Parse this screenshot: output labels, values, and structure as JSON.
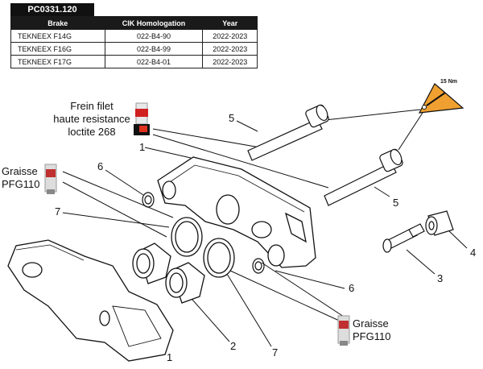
{
  "ref": "PC0331.120",
  "table": {
    "headers": [
      "Brake",
      "CIK Homologation",
      "Year"
    ],
    "rows": [
      [
        "TEKNEEX F14G",
        "022-B4-90",
        "2022-2023"
      ],
      [
        "TEKNEEX F16G",
        "022-B4-99",
        "2022-2023"
      ],
      [
        "TEKNEEX F17G",
        "022-B4-01",
        "2022-2023"
      ]
    ]
  },
  "labels": {
    "frein_line1": "Frein filet",
    "frein_line2": "haute resistance",
    "frein_line3": "loctite 268",
    "graisse_left_1": "Graisse",
    "graisse_left_2": "PFG110",
    "graisse_right_1": "Graisse",
    "graisse_right_2": "PFG110",
    "torque": "15 Nm"
  },
  "callouts": {
    "c1a": "1",
    "c1b": "1",
    "c2": "2",
    "c3": "3",
    "c4": "4",
    "c5a": "5",
    "c5b": "5",
    "c6a": "6",
    "c6b": "6",
    "c7a": "7",
    "c7b": "7"
  },
  "colors": {
    "torque_fill": "#f0a030",
    "loctite_red": "#e0301e"
  }
}
